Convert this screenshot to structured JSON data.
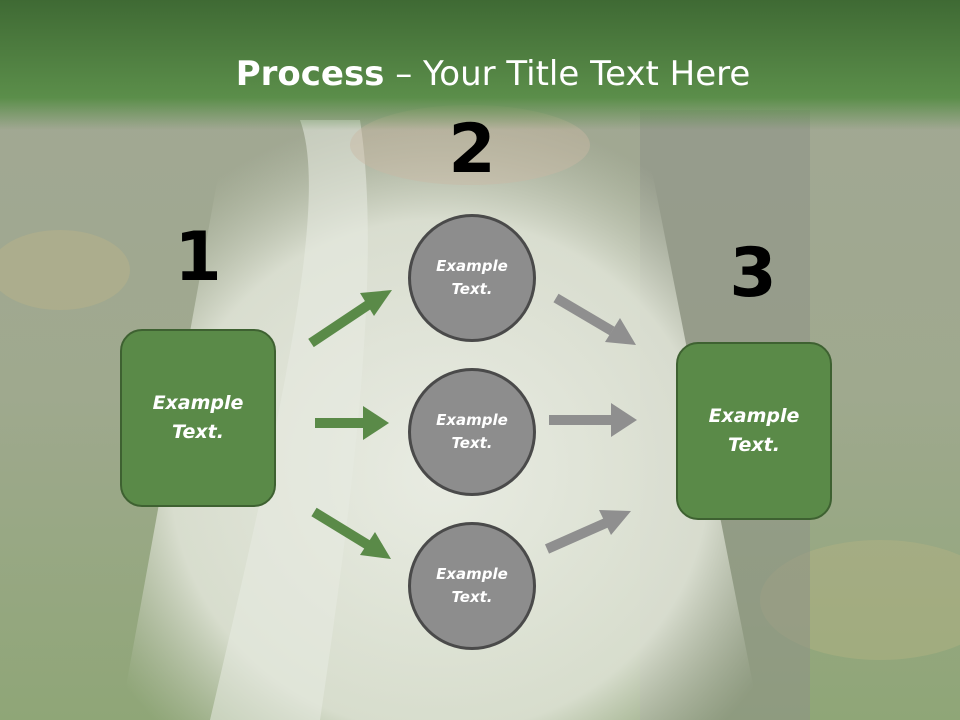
{
  "slide": {
    "title_bold": "Process",
    "title_rest": " – Your Title Text Here"
  },
  "steps": [
    {
      "number": "1",
      "text": "Example\nText."
    },
    {
      "number": "2",
      "text": ""
    },
    {
      "number": "3",
      "text": "Example\nText."
    }
  ],
  "circles": [
    {
      "text": "Example\nText."
    },
    {
      "text": "Example\nText."
    },
    {
      "text": "Example\nText."
    }
  ],
  "colors": {
    "accent_green": "#5a8a48",
    "circle_gray": "#8d8d8d",
    "arrow_green": "#5a8a48",
    "arrow_gray": "#8f8f8f"
  }
}
